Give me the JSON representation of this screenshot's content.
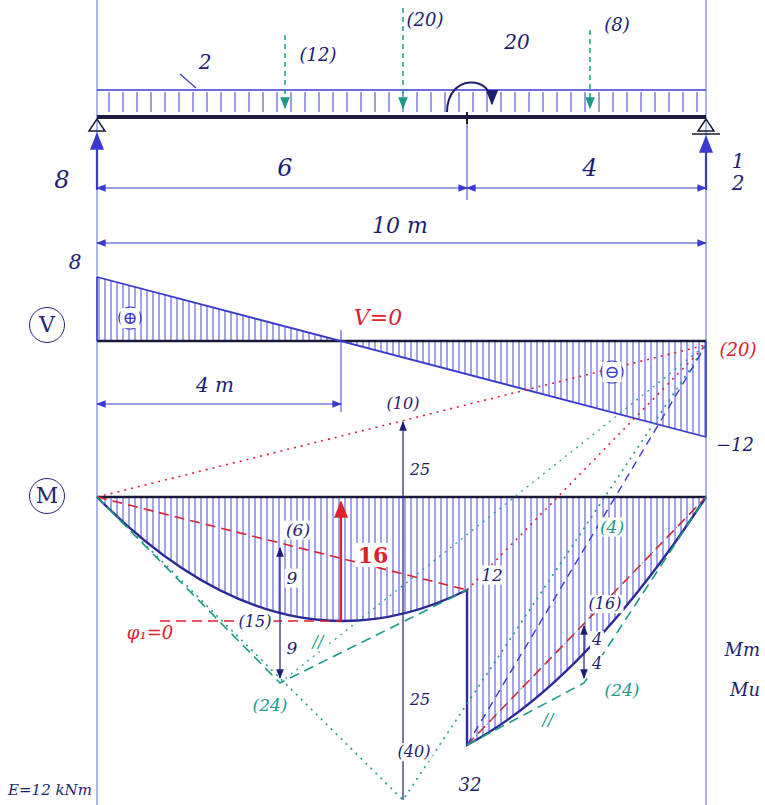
{
  "diagram": {
    "nodes": [
      {
        "text": [
          "V"
        ]
      },
      {
        "text": [
          "M"
        ]
      }
    ],
    "labels": [
      "2",
      "(12)",
      "(20)",
      "20",
      "(8)",
      "8",
      "6",
      "4",
      "12",
      "10 m",
      "8",
      "⊕",
      "V=0",
      "⊖",
      "(20)",
      "4 m",
      "−12",
      "(10)",
      "25",
      "(6)",
      "16",
      "9",
      "12",
      "(15)",
      "φ₁=0",
      "9",
      "//",
      "(24)",
      "(4)",
      "(16)",
      "4",
      "4",
      "(24)",
      "//",
      "25",
      "(40)",
      "32",
      "Mm",
      "Mu",
      "E=12 kNm"
    ]
  }
}
